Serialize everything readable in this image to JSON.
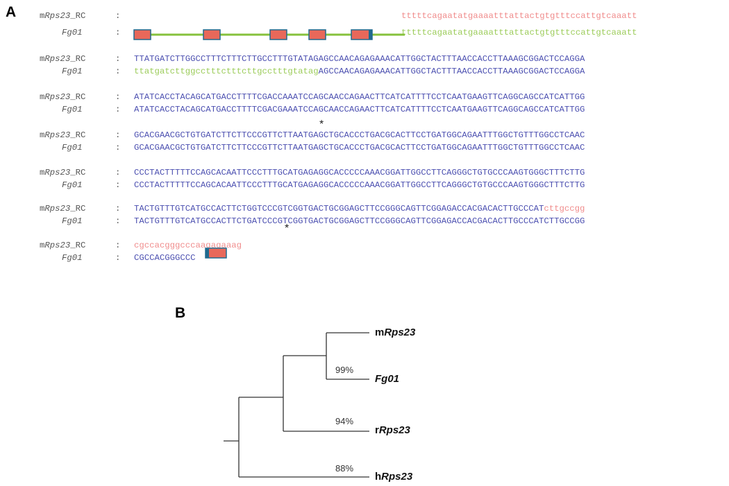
{
  "panel_a": {
    "letter": "A"
  },
  "panel_b": {
    "letter": "B"
  },
  "colon": ":",
  "alignment": {
    "rows": [
      {
        "label_prefix": "m",
        "label_italic": "Rps23",
        "label_suffix": "_RC",
        "segments": [
          {
            "text": "tttttcagaatatgaaaatttattactgtgtttccattgtcaaatt",
            "color": "pink"
          }
        ]
      },
      {
        "label_prefix": "",
        "label_italic": "Fg01",
        "label_suffix": "",
        "segments": [
          {
            "text": "tttttcagaatatgaaaatttattactgtgtttccattgtcaaatt",
            "color": "green"
          }
        ]
      },
      {
        "label_prefix": "m",
        "label_italic": "Rps23",
        "label_suffix": "_RC",
        "segments": [
          {
            "text": "TTATGATCTTGGCCTTTCTTTCTTGCCTTTGTATAGAGCCAACAGAGAAACATTGGCTACTTTAACCACCTTAAAGCGGACTCCAGGA",
            "color": "blue"
          }
        ]
      },
      {
        "label_prefix": "",
        "label_italic": "Fg01",
        "label_suffix": "",
        "segments": [
          {
            "text": "ttatgatcttggcctttctttcttgcctttgtatag",
            "color": "green"
          },
          {
            "text": "AGCCAACAGAGAAACATTGGCTACTTTAACCACCTTAAAGCGGACTCCAGGA",
            "color": "blue"
          }
        ]
      },
      {
        "label_prefix": "m",
        "label_italic": "Rps23",
        "label_suffix": "_RC",
        "segments": [
          {
            "text": "ATATCACCTACAGCATGACCTTTTCGACCAAATCCAGCAACCAGAACTTCATCATTTTCCTCAATGAAGTTCAGGCAGCCATCATTGG",
            "color": "blue"
          }
        ]
      },
      {
        "label_prefix": "",
        "label_italic": "Fg01",
        "label_suffix": "",
        "segments": [
          {
            "text": "ATATCACCTACAGCATGACCTTTTCGACGAAATCCAGCAACCAGAACTTCATCATTTTCCTCAATGAAGTTCAGGCAGCCATCATTGG",
            "color": "blue"
          }
        ]
      },
      {
        "label_prefix": "m",
        "label_italic": "Rps23",
        "label_suffix": "_RC",
        "segments": [
          {
            "text": "GCACGAACGCTGTGATCTTCTTCCCGTTCTTAATGAGCTGCACCCTGACGCACTTCCTGATGGCAGAATTTGGCTGTTTGGCCTCAAC",
            "color": "blue"
          }
        ]
      },
      {
        "label_prefix": "",
        "label_italic": "Fg01",
        "label_suffix": "",
        "segments": [
          {
            "text": "GCACGAACGCTGTGATCTTCTTCCCGTTCTTAATGAGCTGCACCCTGACGCACTTCCTGATGGCAGAATTTGGCTGTTTGGCCTCAAC",
            "color": "blue"
          }
        ]
      },
      {
        "label_prefix": "m",
        "label_italic": "Rps23",
        "label_suffix": "_RC",
        "segments": [
          {
            "text": "CCCTACTTTTTCCAGCACAATTCCCTTTGCATGAGAGGCACCCCCAAACGGATTGGCCTTCAGGGCTGTGCCCAAGTGGGCTTTCTTG",
            "color": "blue"
          }
        ]
      },
      {
        "label_prefix": "",
        "label_italic": "Fg01",
        "label_suffix": "",
        "segments": [
          {
            "text": "CCCTACTTTTTCCAGCACAATTCCCTTTGCATGAGAGGCACCCCCAAACGGATTGGCCTTCAGGGCTGTGCCCAAGTGGGCTTTCTTG",
            "color": "blue"
          }
        ]
      },
      {
        "label_prefix": "m",
        "label_italic": "Rps23",
        "label_suffix": "_RC",
        "segments": [
          {
            "text": "TACTGTTTGTCATGCCACTTCTGGTCCCGTCGGTGACTGCGGAGCTTCCGGGCAGTTCGGAGACCACGACACTTGCCCAT",
            "color": "blue"
          },
          {
            "text": "cttgccgg",
            "color": "pink"
          }
        ]
      },
      {
        "label_prefix": "",
        "label_italic": "Fg01",
        "label_suffix": "",
        "segments": [
          {
            "text": "TACTGTTTGTCATGCCACTTCTGATCCCGTCGGTGACTGCGGAGCTTCCGGGCAGTTCGGAGACCACGACACTTGCCCATCTTGCCGG",
            "color": "blue"
          }
        ]
      },
      {
        "label_prefix": "m",
        "label_italic": "Rps23",
        "label_suffix": "_RC",
        "segments": [
          {
            "text": "cgccacgggcccaagagaaag",
            "color": "pink"
          }
        ]
      },
      {
        "label_prefix": "",
        "label_italic": "Fg01",
        "label_suffix": "",
        "segments": [
          {
            "text": "CGCCACGGGCCC",
            "color": "blue"
          }
        ]
      }
    ],
    "mismatch_marker": "*"
  },
  "tree": {
    "leaves": [
      {
        "prefix": "m",
        "italic": "Rps23"
      },
      {
        "prefix": "",
        "italic": "Fg01"
      },
      {
        "prefix": "r",
        "italic": "Rps23"
      },
      {
        "prefix": "h",
        "italic": "Rps23"
      }
    ],
    "bootstrap": [
      "99%",
      "94%",
      "88%"
    ]
  },
  "colors": {
    "pink": "#f08c8c",
    "green": "#9ccc5a",
    "blue": "#4b4fb0",
    "exon_fill": "#e8685a",
    "exon_border": "#1f6a8f",
    "intron_line": "#86c13c"
  }
}
